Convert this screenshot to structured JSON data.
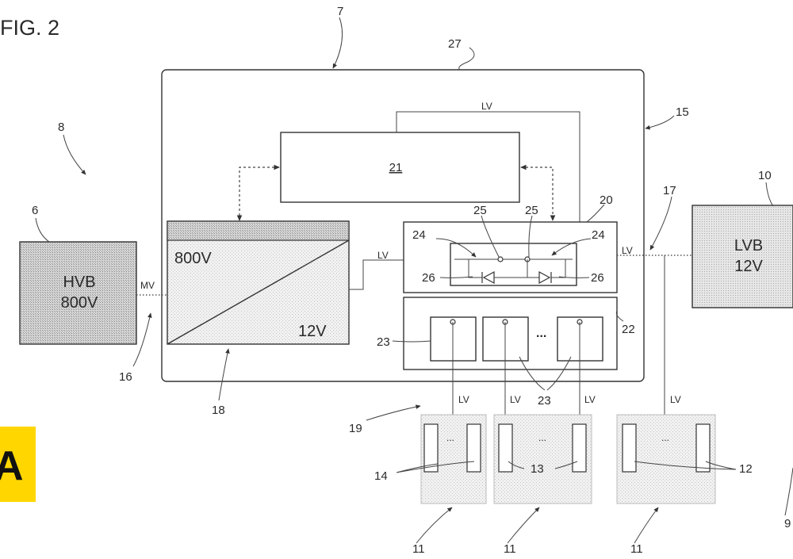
{
  "figure": {
    "title": "FIG. 2",
    "logo_letter": "A",
    "colors": {
      "line": "#333333",
      "logo": "#ffd600",
      "battery_dark": "#bdbdbd",
      "module_fill": "#f0f0f0"
    }
  },
  "blocks": {
    "hvb": {
      "line1": "HVB",
      "line2": "800V"
    },
    "lvb": {
      "line1": "LVB",
      "line2": "12V"
    },
    "converter": {
      "high": "800V",
      "low": "12V"
    },
    "controller": {
      "label": "21"
    },
    "module_dots": "...",
    "fuse_dots": "..."
  },
  "bus_labels": {
    "mv": "MV",
    "lv_top": "LV",
    "lv_conv": "LV",
    "lv_lvb": "LV",
    "lv_1": "LV",
    "lv_2": "LV",
    "lv_3": "LV",
    "lv_4": "LV"
  },
  "refs": {
    "r7": "7",
    "r27": "27",
    "r15": "15",
    "r8": "8",
    "r6": "6",
    "r10": "10",
    "r17": "17",
    "r20": "20",
    "r25a": "25",
    "r25b": "25",
    "r24a": "24",
    "r24b": "24",
    "r26a": "26",
    "r26b": "26",
    "r22": "22",
    "r23a": "23",
    "r23b": "23",
    "r16": "16",
    "r18": "18",
    "r19": "19",
    "r14": "14",
    "r13": "13",
    "r12": "12",
    "r11a": "11",
    "r11b": "11",
    "r11c": "11",
    "r9": "9"
  }
}
